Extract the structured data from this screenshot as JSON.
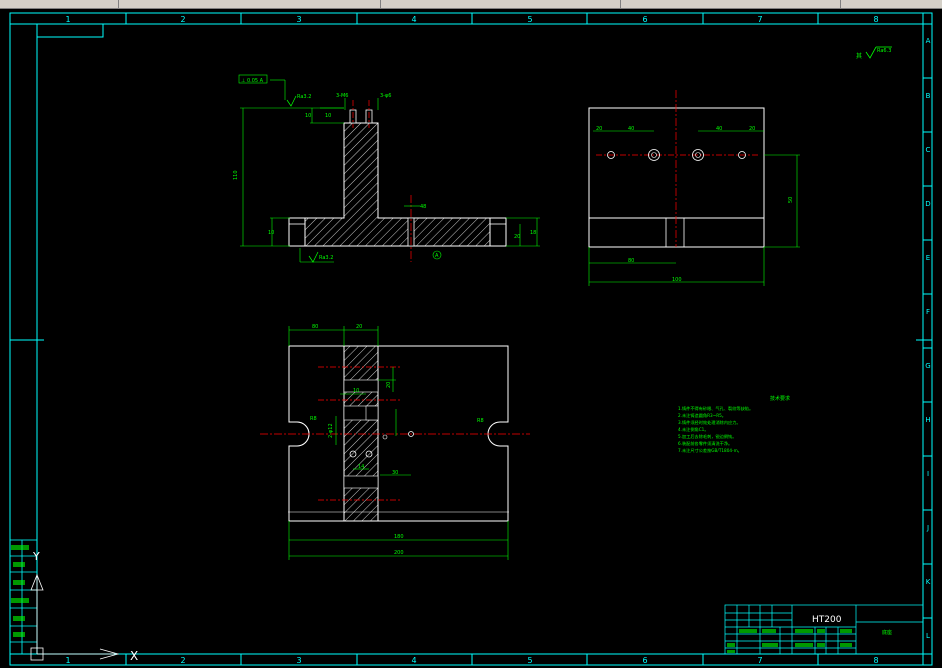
{
  "toolbar": {
    "items": [
      "",
      "",
      "",
      "",
      ""
    ]
  },
  "frame": {
    "col_labels": [
      "1",
      "2",
      "3",
      "4",
      "5",
      "6",
      "7",
      "8"
    ],
    "row_labels": [
      "A",
      "B",
      "C",
      "D",
      "E",
      "F",
      "G",
      "H",
      "I",
      "J",
      "K",
      "L"
    ]
  },
  "views": {
    "front": {
      "dims": [
        "Ra3.2",
        "Ra3.2",
        "3-M6",
        "3-φ6",
        "10",
        "10",
        "110",
        "48",
        "10",
        "18",
        "20"
      ],
      "datum": "A"
    },
    "side": {
      "dims": [
        "20",
        "40",
        "40",
        "20",
        "80",
        "50",
        "100"
      ]
    },
    "top": {
      "dims": [
        "80",
        "20",
        "2-φ12",
        "R8",
        "R8",
        "30",
        "20",
        "14",
        "10",
        "180",
        "200"
      ]
    }
  },
  "surface_mark": "Ra6.3",
  "tech_requirements": {
    "title": "技术要求",
    "lines": [
      "1.铸件不得有砂眼、气孔、裂纹等缺陷。",
      "2.未注铸造圆角R3~R5。",
      "3.铸件须经时效处理消除内应力。",
      "4.未注倒角C1。",
      "5.加工后去除毛刺，锐边倒钝。",
      "6.装配前各零件须清洗干净。",
      "7.未注尺寸公差按GB/T1804-m。"
    ]
  },
  "title_block": {
    "material": "HT200",
    "part_name": "底座"
  },
  "ucs": {
    "x_label": "X",
    "y_label": "Y"
  },
  "colors": {
    "frame": "#00ffff",
    "geometry": "#ffffff",
    "dimension": "#00ff00",
    "center": "#ff0000",
    "hatch": "#ffffff",
    "text": "#00ff00"
  }
}
